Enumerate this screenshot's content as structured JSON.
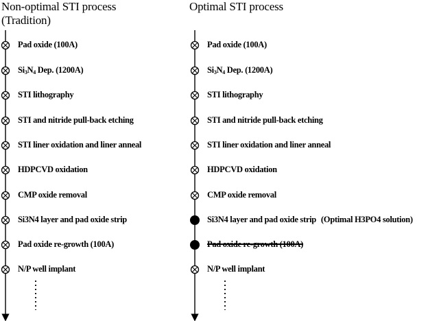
{
  "left_column": {
    "title_line1": "Non-optimal STI process",
    "title_line2": "(Tradition)",
    "steps": [
      {
        "pre": "Pad oxide (100A)",
        "sub": "",
        "post": "",
        "marker": "crossed-circle"
      },
      {
        "pre": "Si",
        "sub": "3",
        "mid": "N",
        "sub2": "4",
        "post": " Dep. (1200A)",
        "marker": "crossed-circle"
      },
      {
        "pre": "STI lithography",
        "marker": "crossed-circle"
      },
      {
        "pre": "STI and nitride pull-back etching",
        "marker": "crossed-circle"
      },
      {
        "pre": "STI liner oxidation and liner anneal",
        "marker": "crossed-circle"
      },
      {
        "pre": "HDPCVD oxidation",
        "marker": "crossed-circle"
      },
      {
        "pre": "CMP oxide removal",
        "marker": "crossed-circle"
      },
      {
        "pre": "Si3N4 layer and pad oxide strip",
        "marker": "crossed-circle"
      },
      {
        "pre": "Pad oxide re-growth (100A)",
        "marker": "crossed-circle"
      },
      {
        "pre": "N/P well implant",
        "marker": "crossed-circle"
      }
    ]
  },
  "right_column": {
    "title_line1": "Optimal STI process",
    "steps": [
      {
        "pre": "Pad oxide (100A)",
        "marker": "crossed-circle"
      },
      {
        "pre": "Si",
        "sub": "3",
        "mid": "N",
        "sub2": "4",
        "post": " Dep. (1200A)",
        "marker": "crossed-circle"
      },
      {
        "pre": "STI lithography",
        "marker": "crossed-circle"
      },
      {
        "pre": "STI and nitride pull-back etching",
        "marker": "crossed-circle"
      },
      {
        "pre": "STI liner oxidation and liner anneal",
        "marker": "crossed-circle"
      },
      {
        "pre": "HDPCVD oxidation",
        "marker": "crossed-circle"
      },
      {
        "pre": "CMP oxide removal",
        "marker": "crossed-circle"
      },
      {
        "pre": "Si3N4 layer and pad oxide strip",
        "note": "(Optimal H3PO4 solution)",
        "marker": "filled-circle"
      },
      {
        "pre": "Pad oxide re-growth (100A)",
        "marker": "filled-circle",
        "struck": true
      },
      {
        "pre": "N/P well implant",
        "marker": "crossed-circle"
      }
    ]
  },
  "colors": {
    "ink": "#000000",
    "background": "#ffffff"
  }
}
